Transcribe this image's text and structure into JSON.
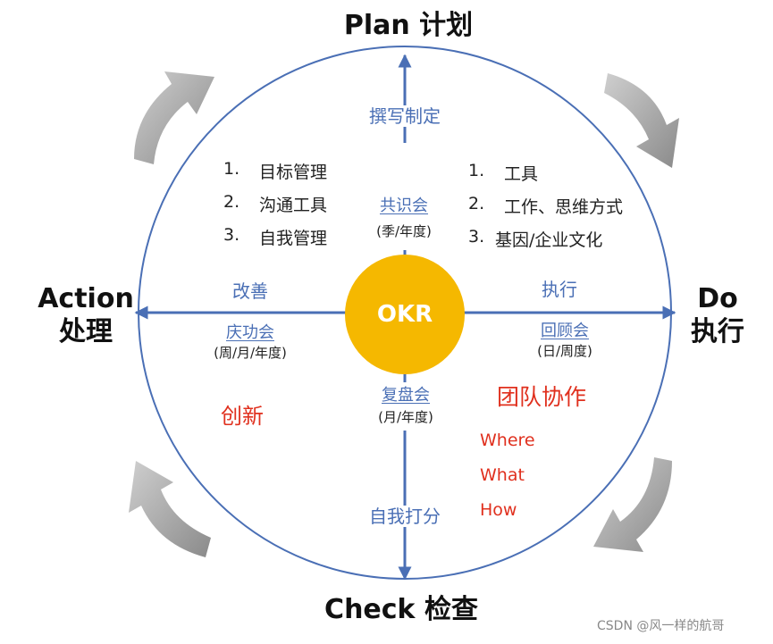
{
  "center": {
    "label": "OKR"
  },
  "directions": {
    "plan": "Plan 计划",
    "do_en": "Do",
    "do_cn": "执行",
    "check": "Check 检查",
    "action_en": "Action",
    "action_cn": "处理"
  },
  "axis_labels": {
    "top": "撰写制定",
    "right": "执行",
    "bottom": "自我打分",
    "left": "改善"
  },
  "meetings": {
    "consensus": {
      "name": "共识会",
      "period": "(季/年度)"
    },
    "review": {
      "name": "回顾会",
      "period": "(日/周度)"
    },
    "retro": {
      "name": "复盘会",
      "period": "(月/年度)"
    },
    "celebration": {
      "name": "庆功会",
      "period": "(周/月/年度)"
    }
  },
  "plan_list": [
    {
      "num": "1.",
      "text": "目标管理"
    },
    {
      "num": "2.",
      "text": "沟通工具"
    },
    {
      "num": "3.",
      "text": "自我管理"
    }
  ],
  "do_list": [
    {
      "num": "1.",
      "text": "工具"
    },
    {
      "num": "2.",
      "text": "工作、思维方式"
    },
    {
      "num": "3.",
      "text": "基因/企业文化"
    }
  ],
  "innovation": "创新",
  "teamwork": {
    "title": "团队协作",
    "items": [
      "Where",
      "What",
      "How"
    ]
  },
  "watermark": "CSDN @风一样的航哥",
  "colors": {
    "axis": "#4a6fb5",
    "circle": "#4a6fb5",
    "okr": "#f5b800",
    "accent_red": "#e0301e",
    "swirl_arrow": "#a6a6a6"
  }
}
